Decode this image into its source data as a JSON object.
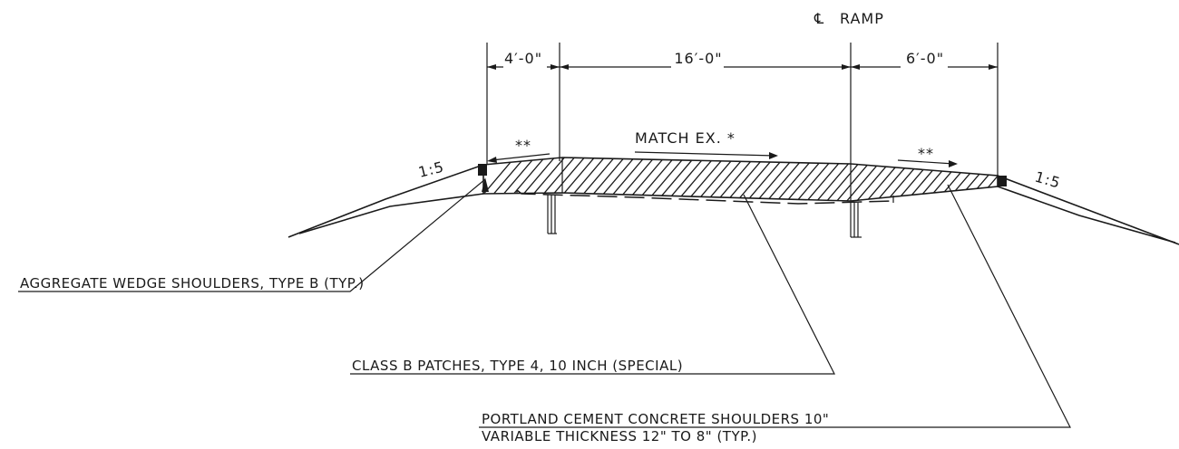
{
  "centerline": {
    "symbol": "℄",
    "label": "RAMP"
  },
  "dimensions": [
    {
      "id": "left-shoulder",
      "label": "4′-0\""
    },
    {
      "id": "travel-lane",
      "label": "16′-0\""
    },
    {
      "id": "right-shoulder",
      "label": "6′-0\""
    }
  ],
  "slope_labels": {
    "left": "1:5",
    "right": "1:5"
  },
  "grade_notes": {
    "center": "MATCH EX. *",
    "left_marker": "**",
    "right_marker": "**"
  },
  "callouts": {
    "aggregate": "AGGREGATE WEDGE SHOULDERS, TYPE B (TYP.)",
    "patches": "CLASS B PATCHES, TYPE 4, 10 INCH (SPECIAL)",
    "pcc_line1": "PORTLAND CEMENT CONCRETE SHOULDERS 10\"",
    "pcc_line2": "VARIABLE THICKNESS 12\" TO 8\" (TYP.)"
  }
}
